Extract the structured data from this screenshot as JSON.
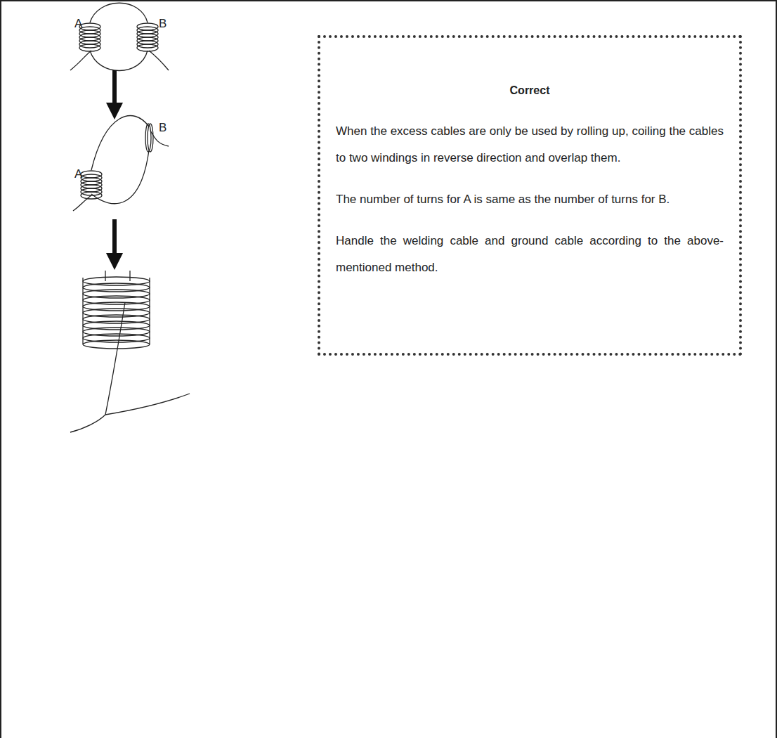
{
  "diagram": {
    "nodes": [
      {
        "text": [
          "Correct",
          "When the excess cables are only be used by rolling up, coiling the cables to two windings in reverse direction and overlap them.",
          "The number of turns for A is same as the number of turns for B.",
          "Handle the welding cable and ground cable according to the above-mentioned method."
        ]
      }
    ],
    "labels": [
      "A",
      "B",
      "A",
      "B"
    ]
  }
}
